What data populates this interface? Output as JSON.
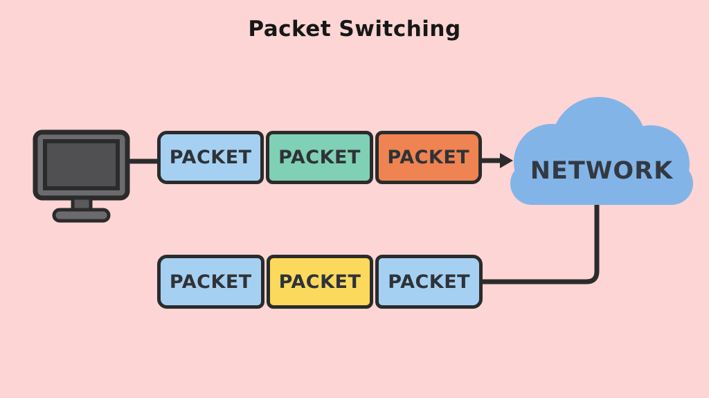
{
  "title": "Packet Switching",
  "network": {
    "label": "NETWORK"
  },
  "rows": {
    "outgoing": {
      "packets": [
        {
          "label": "PACKET",
          "color": "#a6d0f2"
        },
        {
          "label": "PACKET",
          "color": "#80d0b5"
        },
        {
          "label": "PACKET",
          "color": "#ef8351"
        }
      ]
    },
    "incoming": {
      "packets": [
        {
          "label": "PACKET",
          "color": "#a6d0f2"
        },
        {
          "label": "PACKET",
          "color": "#fad95c"
        },
        {
          "label": "PACKET",
          "color": "#a6d0f2"
        }
      ]
    }
  },
  "colors": {
    "background": "#fcd5d4",
    "outline": "#2b2b2b",
    "cloud": "#83b4e7",
    "monitor_body": "#6b6b6f",
    "monitor_screen": "#505053",
    "title_text": "#171717",
    "label_text": "#2e3338"
  },
  "icons": {
    "computer": "computer-monitor-icon",
    "network": "network-cloud-icon",
    "flow": "right-arrow-icon"
  }
}
